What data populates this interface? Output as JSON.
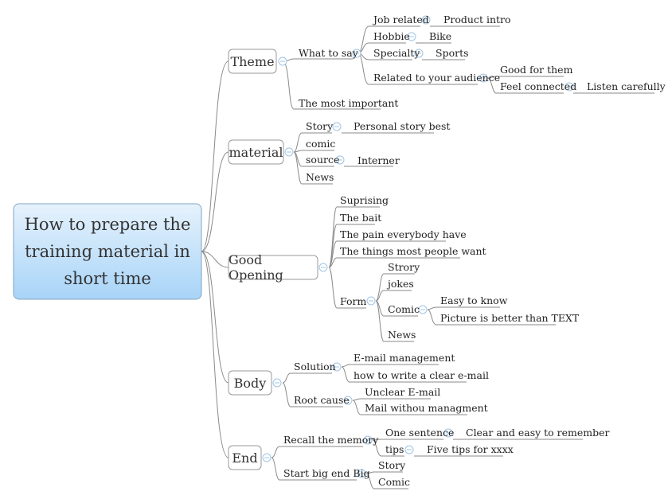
{
  "colors": {
    "root_fill_top": "#e6f2fc",
    "root_fill_bottom": "#a8d4f8",
    "root_border": "#7fa6c4",
    "line": "#8a8a8a",
    "collapse_icon": "#9ec4e6"
  },
  "root": {
    "text": "How to prepare the\ntraining material in\nshort time"
  },
  "branches": {
    "theme": {
      "label": "Theme",
      "what_to_say": {
        "label": "What to say",
        "job_related": "Job related",
        "product_intro": "Product intro",
        "hobbie": "Hobbie",
        "bike": "Bike",
        "specialty": "Specialty",
        "sports": "Sports",
        "related_audience": "Related to your audience",
        "good_for_them": "Good for them",
        "feel_connected": "Feel connected",
        "listen_carefully": "Listen carefully"
      },
      "most_important": "The most important"
    },
    "material": {
      "label": "material",
      "story": "Story",
      "personal_story": "Personal story best",
      "comic": "comic",
      "source": "source",
      "interner": "Interner",
      "news": "News"
    },
    "opening": {
      "label": "Good Opening",
      "suprising": "Suprising",
      "bait": "The bait",
      "pain": "The pain everybody have",
      "things": "The things most people want",
      "form": "Form",
      "strory": "Strory",
      "jokes": "jokes",
      "comic": "Comic",
      "easy_to_know": "Easy to know",
      "picture_better": "Picture is better than TEXT",
      "news": "News"
    },
    "body": {
      "label": "Body",
      "solution": "Solution",
      "email_management": "E-mail management",
      "clear_email": "how to write a clear e-mail",
      "root_cause": "Root cause",
      "unclear_email": "Unclear E-mail",
      "mail_without": "Mail withou managment"
    },
    "end": {
      "label": "End",
      "recall": "Recall the memory",
      "one_sentence": "One sentence",
      "clear_easy": "Clear and easy to remember",
      "tips": "tips",
      "five_tips": "Five tips for xxxx",
      "start_big": "Start big end Big",
      "story": "Story",
      "comic": "Comic"
    }
  }
}
